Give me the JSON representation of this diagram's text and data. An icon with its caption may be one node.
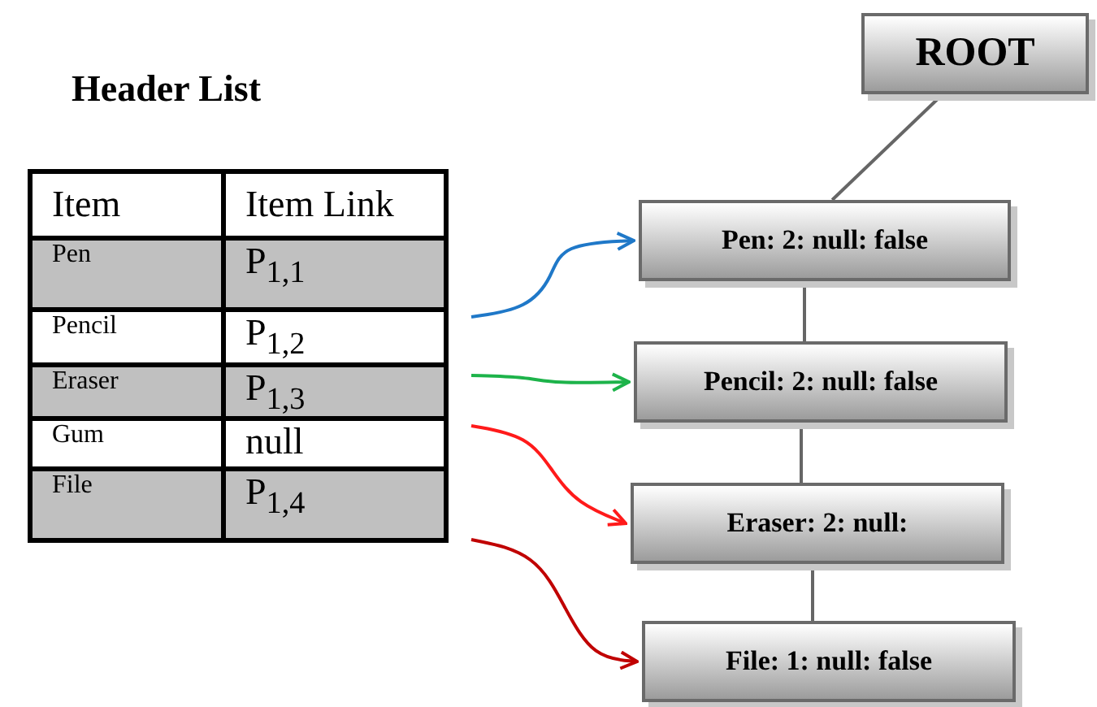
{
  "diagram": {
    "nodes": [
      {
        "text": [
          "ROOT"
        ]
      },
      {
        "text": [
          "Pen: 2: null: false"
        ]
      },
      {
        "text": [
          "Pencil: 2: null: false"
        ]
      },
      {
        "text": [
          "Eraser: 2: null:"
        ]
      },
      {
        "text": [
          "File: 1: null: false"
        ]
      }
    ],
    "edges": [
      {
        "from": 0,
        "to": 1,
        "arrow": "none"
      },
      {
        "from": 1,
        "to": 2,
        "arrow": "none"
      },
      {
        "from": 2,
        "to": 3,
        "arrow": "none"
      },
      {
        "from": 3,
        "to": 4,
        "arrow": "none"
      },
      {
        "from": null,
        "to": 1,
        "arrow": "to",
        "color": "#1f78c8"
      },
      {
        "from": null,
        "to": 2,
        "arrow": "to",
        "color": "#1db34a"
      },
      {
        "from": null,
        "to": 3,
        "arrow": "to",
        "color": "#ff1a1a"
      },
      {
        "from": null,
        "to": 4,
        "arrow": "to",
        "color": "#c00000"
      }
    ],
    "labels": [
      "Header List",
      "Item",
      "Item Link",
      "Pen",
      "P$_{1,1}$",
      "Pencil",
      "P$_{1,2}$",
      "Eraser",
      "P$_{1,3}$",
      "Gum",
      "null",
      "File",
      "P$_{1,4}$"
    ]
  }
}
